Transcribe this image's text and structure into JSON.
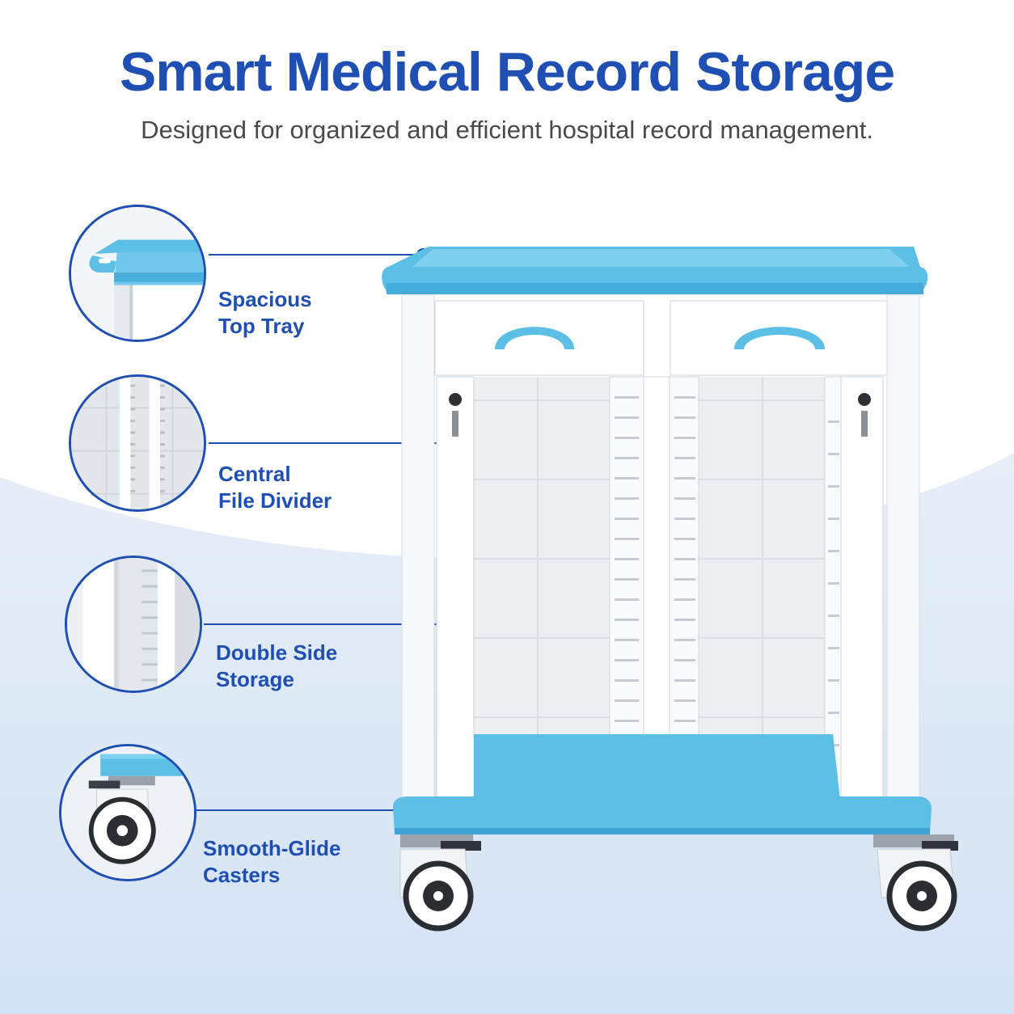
{
  "header": {
    "title": "Smart Medical Record Storage",
    "subtitle": "Designed for organized and efficient hospital record management."
  },
  "callouts": [
    {
      "line1": "Spacious",
      "line2": "Top Tray",
      "icon": "top-tray-closeup"
    },
    {
      "line1": "Central",
      "line2": "File Divider",
      "icon": "file-divider-closeup"
    },
    {
      "line1": "Double Side",
      "line2": "Storage",
      "icon": "double-side-storage-closeup"
    },
    {
      "line1": "Smooth-Glide",
      "line2": "Casters",
      "icon": "caster-wheel-closeup"
    }
  ],
  "colors": {
    "title": "#1f4fb2",
    "label": "#1f4fb2",
    "accent_blue": "#5bbfe6",
    "leader_line": "#1f4fb2",
    "background_wave": "#dfeaf6"
  }
}
